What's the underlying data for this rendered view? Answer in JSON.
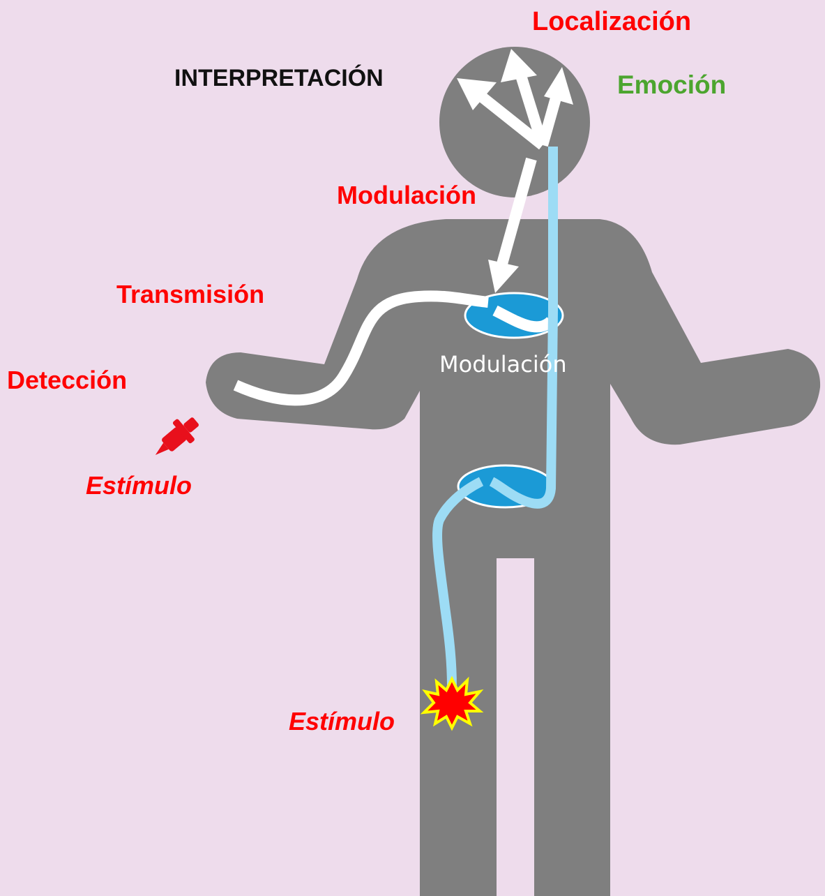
{
  "colors": {
    "background": "#eedcec",
    "body": "#7f7f7f",
    "ascending_path": "#ffffff",
    "descending_path": "#9ddcf5",
    "synapse_fill": "#1b9ad6",
    "label_red": "#ff0000",
    "label_green": "#4ca52f",
    "label_black": "#111111",
    "starburst_fill": "#ff0000",
    "starburst_outline": "#ffff00"
  },
  "labels": {
    "localizacion": "Localización",
    "interpretacion": "INTERPRETACIÓN",
    "emocion": "Emoción",
    "modulacion_top": "Modulación",
    "transmision": "Transmisión",
    "deteccion": "Detección",
    "modulacion_body": "Modulación",
    "estimulo_arm": "Estímulo",
    "estimulo_leg": "Estímulo"
  },
  "icons": {
    "pushpin": "pushpin-icon",
    "starburst": "starburst-icon"
  }
}
